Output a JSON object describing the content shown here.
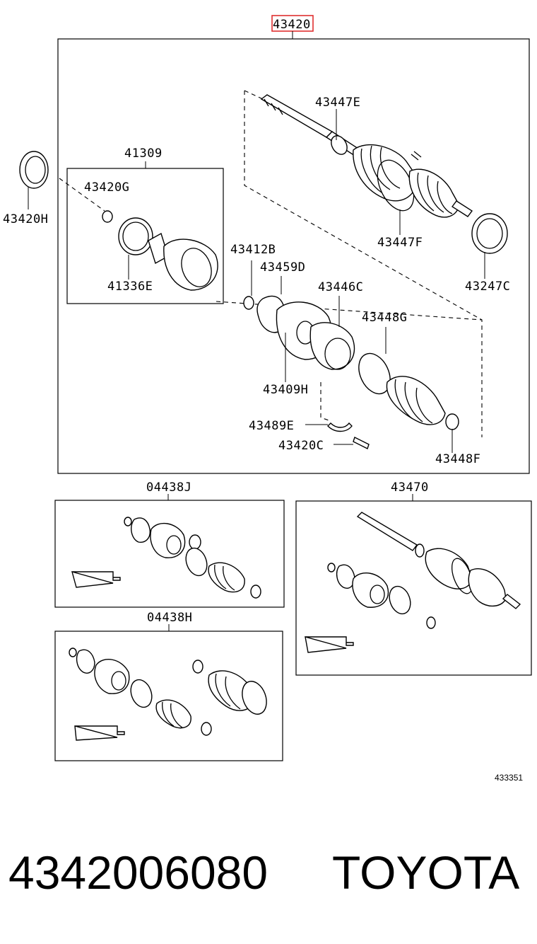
{
  "diagram": {
    "main_part": "43420",
    "labels": {
      "p43447E": "43447E",
      "p41309": "41309",
      "p43420G": "43420G",
      "p43420H": "43420H",
      "p41336E": "41336E",
      "p43447F": "43447F",
      "p43247C": "43247C",
      "p43412B": "43412B",
      "p43459D": "43459D",
      "p43446C": "43446C",
      "p43448G": "43448G",
      "p43409H": "43409H",
      "p43489E": "43489E",
      "p43420C": "43420C",
      "p43448F": "43448F",
      "p04438J": "04438J",
      "p43470": "43470",
      "p04438H": "04438H"
    },
    "figure_id": "433351"
  },
  "caption": {
    "part_number": "4342006080",
    "brand": "TOYOTA"
  },
  "colors": {
    "highlight": "#e03030",
    "line": "#000000"
  }
}
